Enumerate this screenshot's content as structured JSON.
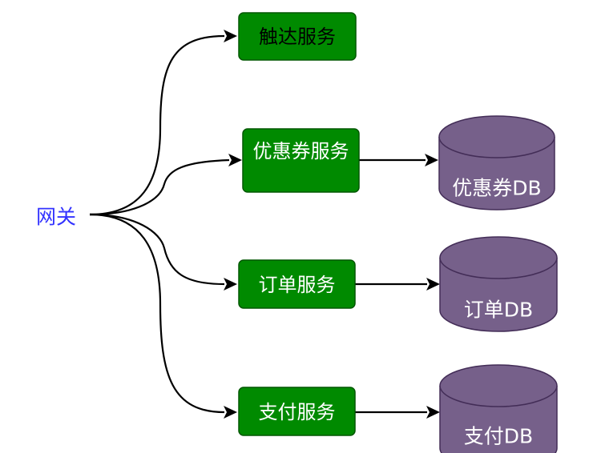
{
  "gateway": {
    "label": "网关"
  },
  "services": [
    {
      "label": "触达服务",
      "has_db": false
    },
    {
      "label": "优惠券服务",
      "has_db": true
    },
    {
      "label": "订单服务",
      "has_db": true
    },
    {
      "label": "支付服务",
      "has_db": true
    }
  ],
  "databases": [
    {
      "label": "优惠券DB"
    },
    {
      "label": "订单DB"
    },
    {
      "label": "支付DB"
    }
  ],
  "colors": {
    "service_fill": "#008a00",
    "service_stroke": "#005700",
    "db_fill": "#76608a",
    "db_stroke": "#432d57",
    "gateway_text": "#3333ff",
    "edge": "#000000"
  }
}
